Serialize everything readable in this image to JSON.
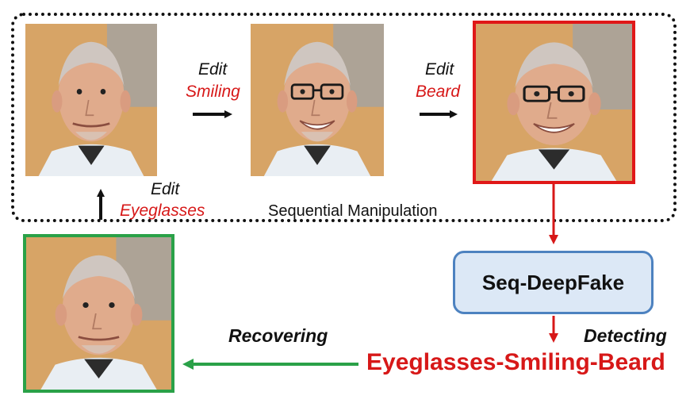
{
  "sequence": {
    "caption": "Sequential Manipulation",
    "steps": [
      {
        "verb": "Edit",
        "attribute": "Eyeglasses"
      },
      {
        "verb": "Edit",
        "attribute": "Smiling"
      },
      {
        "verb": "Edit",
        "attribute": "Beard"
      }
    ]
  },
  "model": {
    "label": "Seq-DeepFake"
  },
  "detecting_label": "Detecting",
  "result_label": "Eyeglasses-Smiling-Beard",
  "recovering_label": "Recovering",
  "colors": {
    "accent_red": "#d71818",
    "accent_green": "#2aa148",
    "model_fill": "#dce8f6",
    "model_border": "#4d82c0"
  }
}
